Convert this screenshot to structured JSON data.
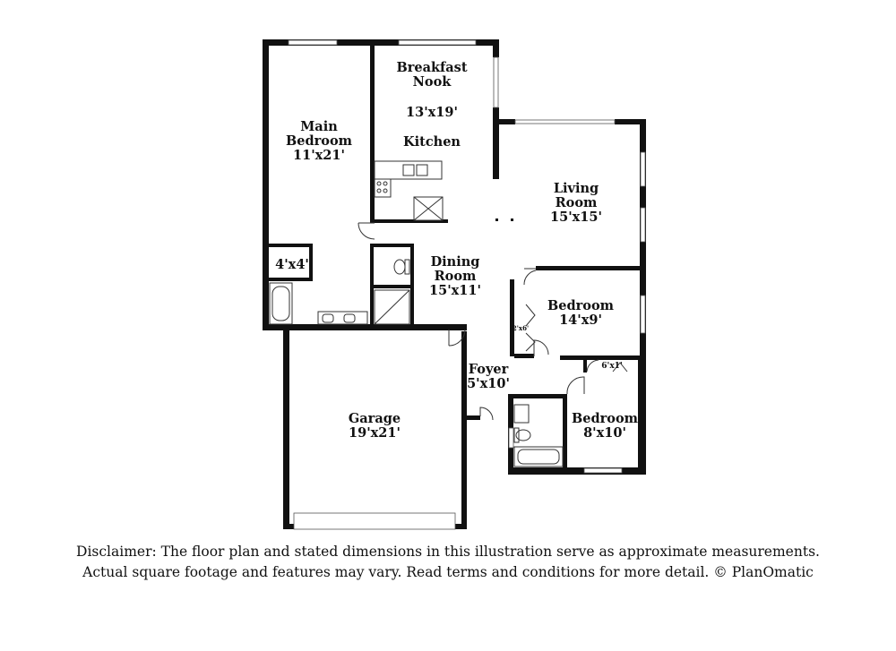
{
  "rooms": {
    "main_bedroom": {
      "line1": "Main",
      "line2": "Bedroom",
      "size": "11'x21'"
    },
    "breakfast_nook": {
      "line1": "Breakfast",
      "line2": "Nook",
      "size": "13'x19'",
      "sub": "Kitchen"
    },
    "living_room": {
      "line1": "Living",
      "line2": "Room",
      "size": "15'x15'"
    },
    "dining_room": {
      "line1": "Dining",
      "line2": "Room",
      "size": "15'x11'"
    },
    "closet_main": {
      "size": "4'x4'"
    },
    "bedroom_2": {
      "line1": "Bedroom",
      "size": "14'x9'"
    },
    "closet_2": {
      "size": "2'x6'"
    },
    "foyer": {
      "line1": "Foyer",
      "size": "5'x10'"
    },
    "closet_3": {
      "size": "6'x1'"
    },
    "bedroom_3": {
      "line1": "Bedroom",
      "size": "8'x10'"
    },
    "garage": {
      "line1": "Garage",
      "size": "19'x21'"
    }
  },
  "disclaimer": {
    "line1": "Disclaimer: The floor plan and stated dimensions in this illustration serve as approximate measurements.",
    "line2": "Actual square footage and features may vary. Read terms and conditions for more detail. © PlanOmatic"
  }
}
